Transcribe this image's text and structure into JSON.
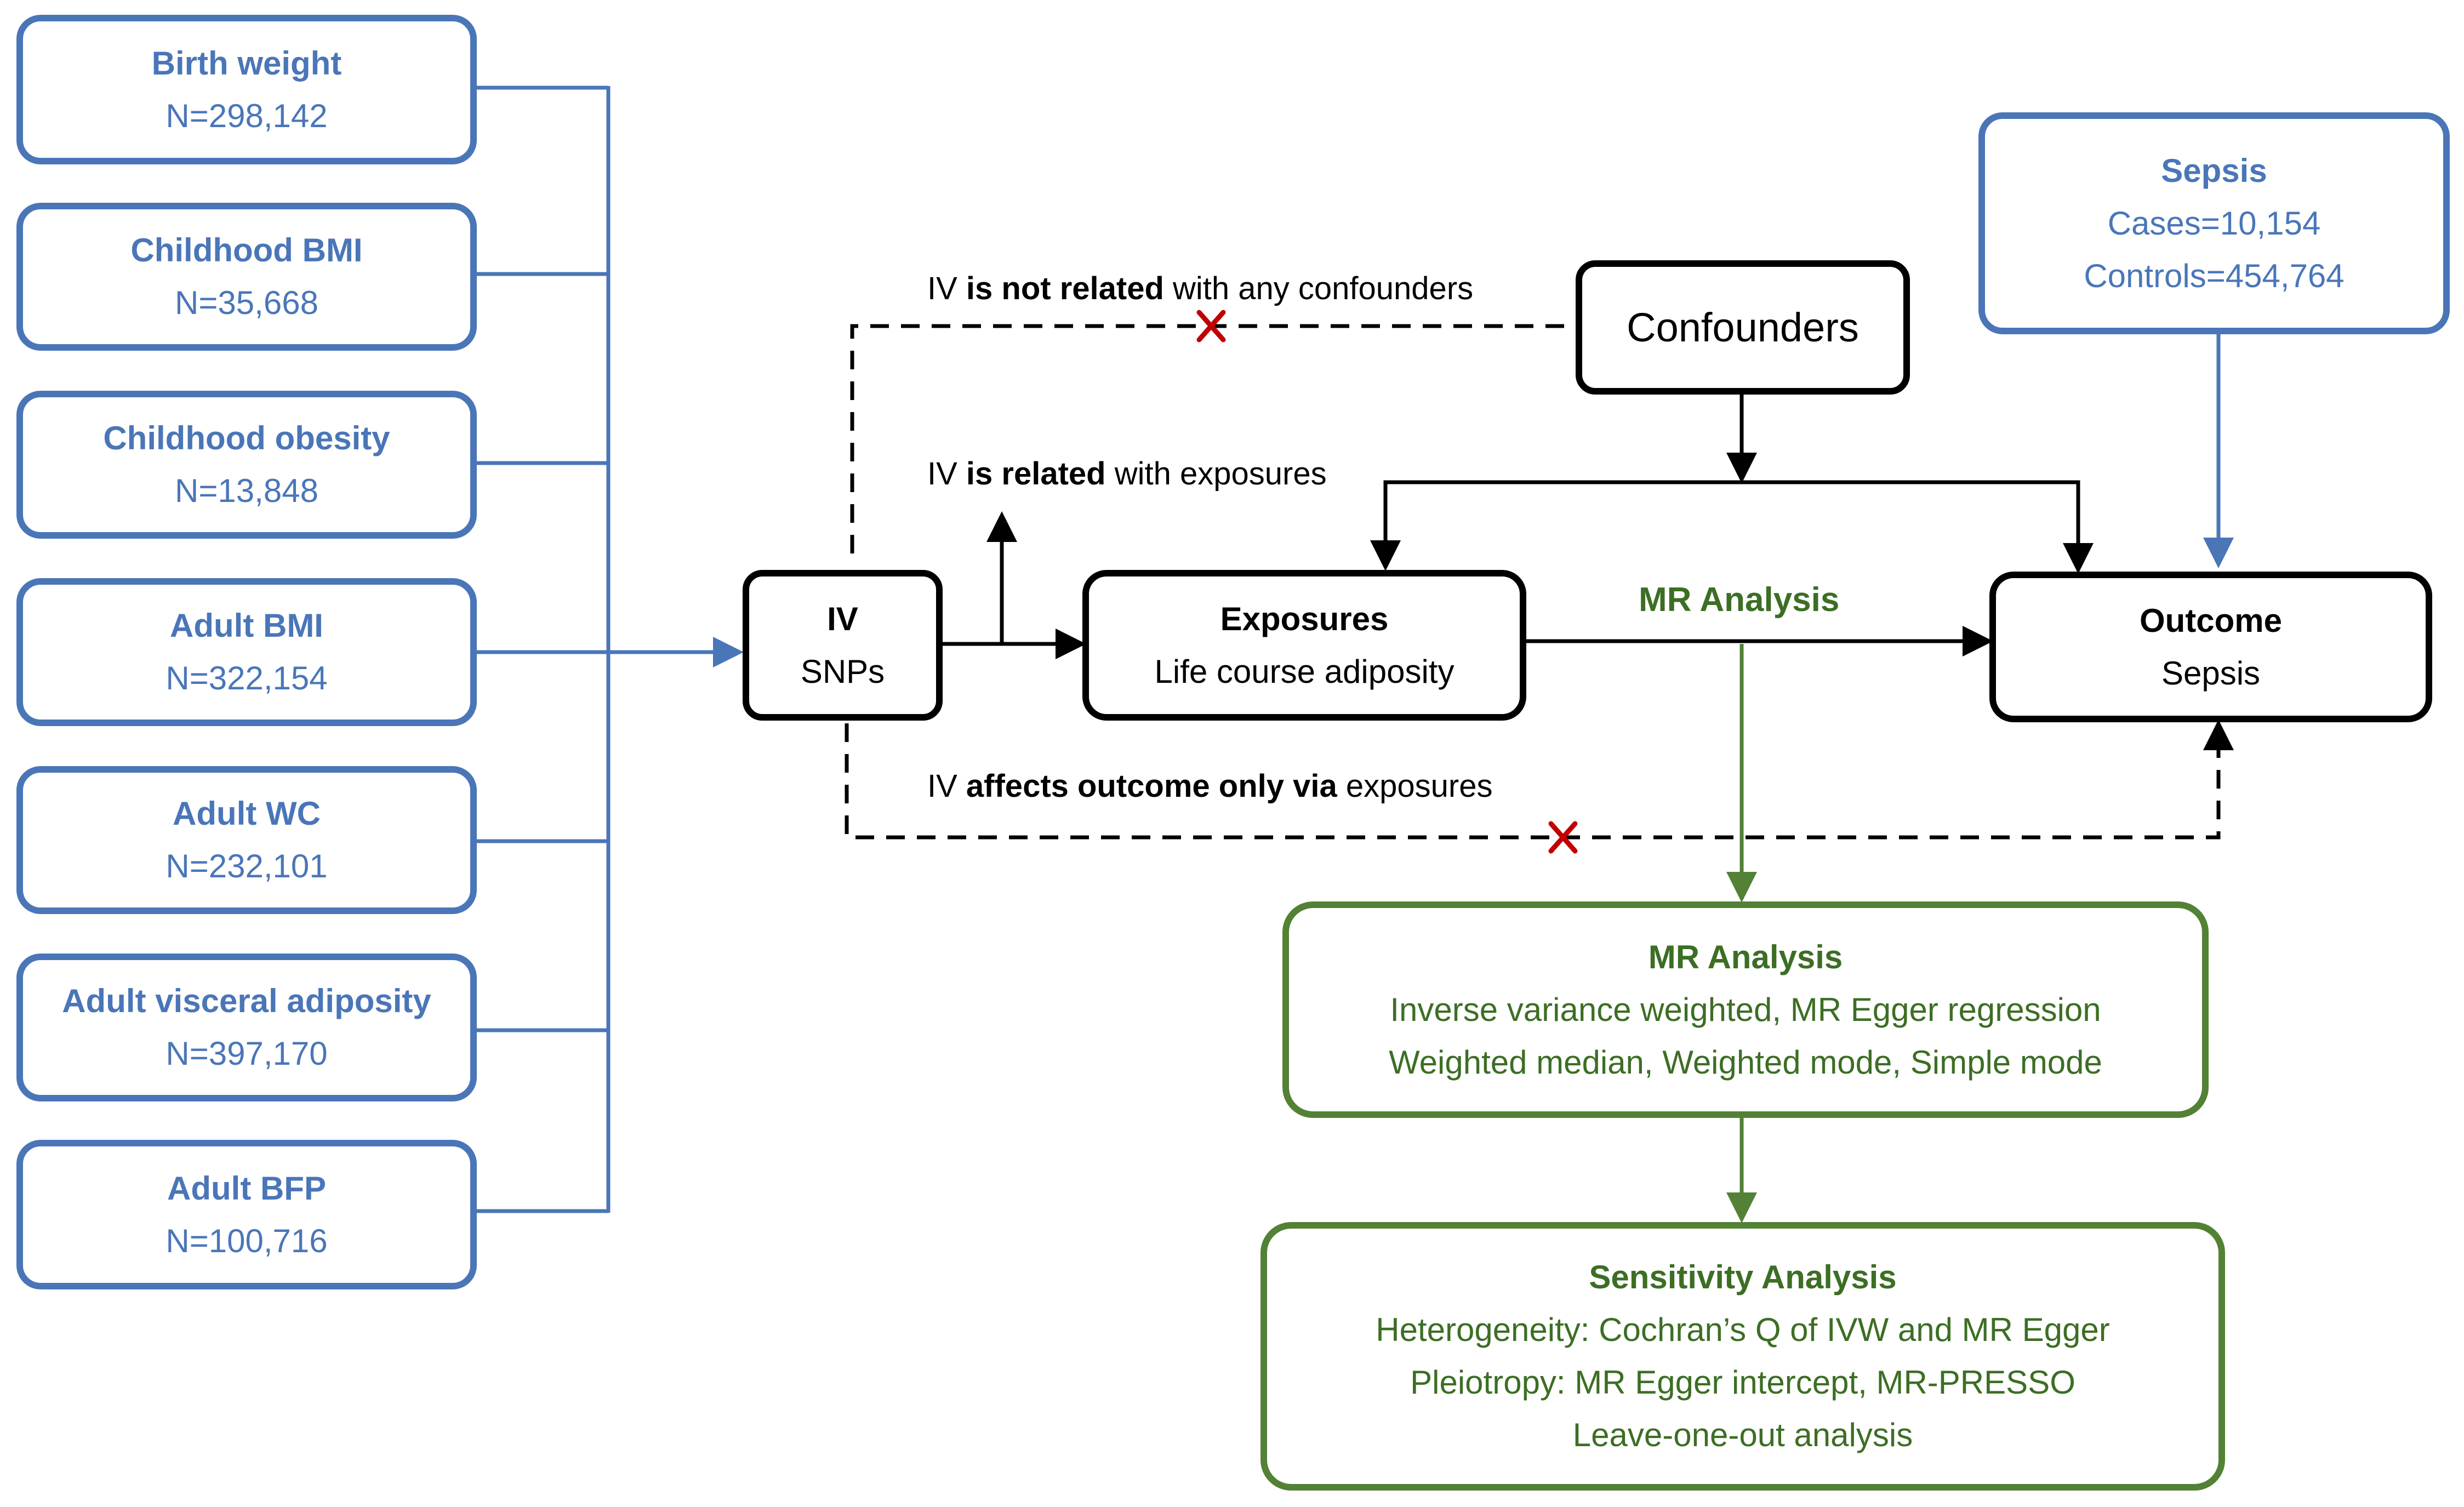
{
  "exposures": [
    {
      "name": "Birth weight",
      "n": "N=298,142"
    },
    {
      "name": "Childhood BMI",
      "n": "N=35,668"
    },
    {
      "name": "Childhood obesity",
      "n": "N=13,848"
    },
    {
      "name": "Adult BMI",
      "n": "N=322,154"
    },
    {
      "name": "Adult WC",
      "n": "N=232,101"
    },
    {
      "name": "Adult visceral adiposity",
      "n": "N=397,170"
    },
    {
      "name": "Adult BFP",
      "n": "N=100,716"
    }
  ],
  "sepsis": {
    "title": "Sepsis",
    "cases": "Cases=10,154",
    "controls": "Controls=454,764"
  },
  "confounders": "Confounders",
  "iv": {
    "title": "IV",
    "sub": "SNPs"
  },
  "exposure_box": {
    "title": "Exposures",
    "sub": "Life course adiposity"
  },
  "outcome_box": {
    "title": "Outcome",
    "sub": "Sepsis"
  },
  "mr_arrow_label": "MR Analysis",
  "assumptions": {
    "not_related": {
      "pre": "IV ",
      "bold": "is not related",
      "post": " with any confounders"
    },
    "related": {
      "pre": "IV ",
      "bold": "is related",
      "post": " with exposures"
    },
    "only_via": {
      "pre": "IV ",
      "bold": "affects outcome only via",
      "post": " exposures"
    }
  },
  "mr_box": {
    "title": "MR Analysis",
    "lines": [
      "Inverse variance weighted, MR Egger regression",
      "Weighted median, Weighted mode, Simple mode"
    ]
  },
  "sensitivity_box": {
    "title": "Sensitivity Analysis",
    "lines": [
      "Heterogeneity: Cochran’s Q of IVW and MR Egger",
      "Pleiotropy: MR Egger intercept, MR-PRESSO",
      "Leave-one-out analysis"
    ]
  },
  "colors": {
    "blue": "#4a76b8",
    "green": "#538135",
    "black": "#000000",
    "cross": "#c00000"
  }
}
